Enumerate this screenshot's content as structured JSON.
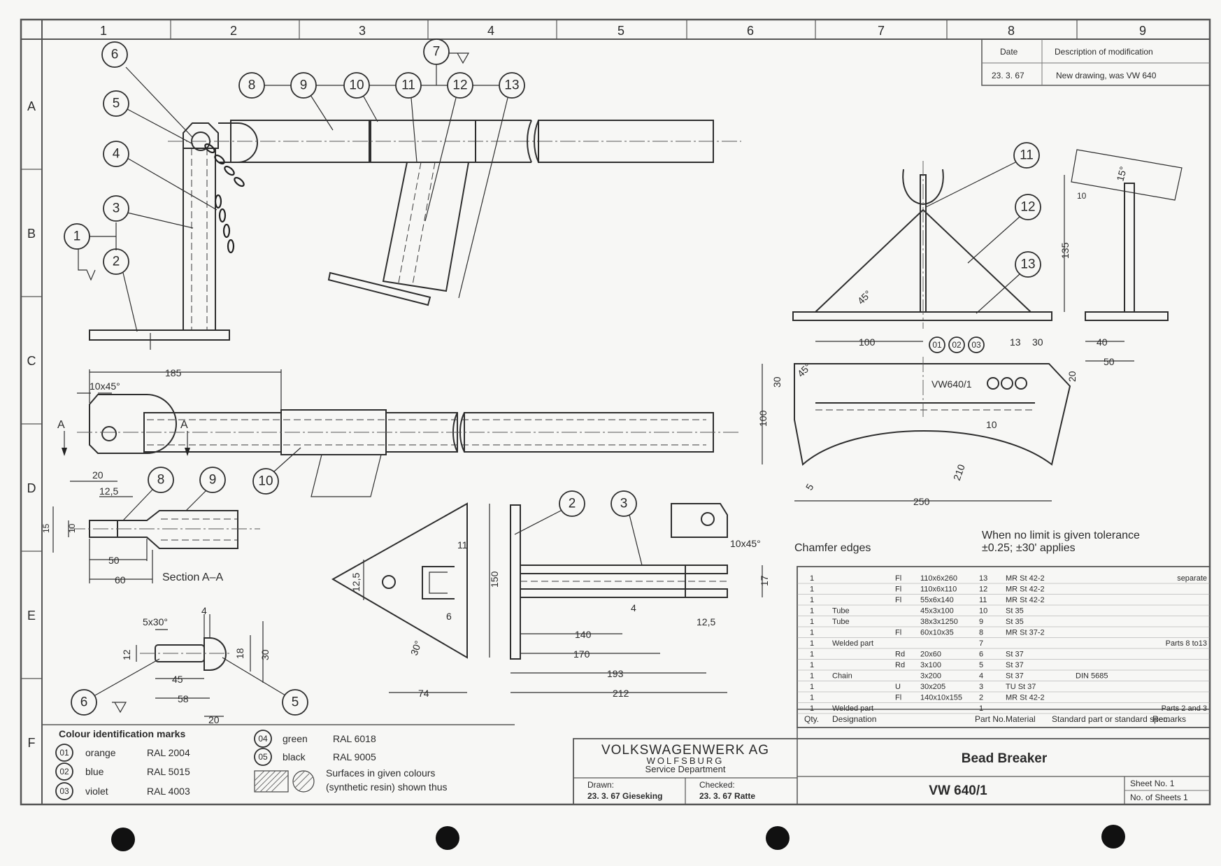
{
  "grid": {
    "columns": [
      "1",
      "2",
      "3",
      "4",
      "5",
      "6",
      "7",
      "8",
      "9"
    ],
    "rows": [
      "A",
      "B",
      "C",
      "D",
      "E",
      "F"
    ]
  },
  "revision": {
    "headers": {
      "date": "Date",
      "description": "Description of modification"
    },
    "date": "23. 3. 67",
    "description": "New drawing, was VW 640"
  },
  "balloons": {
    "b1": "1",
    "b2": "2",
    "b3": "3",
    "b4": "4",
    "b5": "5",
    "b6": "6",
    "b7": "7",
    "b8": "8",
    "b9": "9",
    "b10": "10",
    "b11": "11",
    "b12": "12",
    "b13": "13"
  },
  "dims": {
    "d185": "185",
    "d10x45": "10x45°",
    "dA": "A",
    "d20": "20",
    "d125": "12,5",
    "d15": "15",
    "d10": "10",
    "d50": "50",
    "d60": "60",
    "sectionAA": "Section A–A",
    "d5x30": "5x30°",
    "d4": "4",
    "d12": "12",
    "d18": "18",
    "d30": "30",
    "d45": "45",
    "d58": "58",
    "d11": "11",
    "d6": "6",
    "d150": "150",
    "d30deg": "30°",
    "d74": "74",
    "d140": "140",
    "d170": "170",
    "d193": "193",
    "d212": "212",
    "d17": "17",
    "d100": "100",
    "d13": "13",
    "d40": "40",
    "d135": "135",
    "d15deg": "15°",
    "d45deg": "45°",
    "d210": "210",
    "d250": "250",
    "d5": "5",
    "mark": "VW640/1"
  },
  "colour_circles": [
    "01",
    "02",
    "03"
  ],
  "notes": {
    "chamfer": "Chamfer edges",
    "tolerance_1": "When no limit is given tolerance",
    "tolerance_2": "±0.25; ±30' applies"
  },
  "parts_list": {
    "rows": [
      {
        "qty": "1",
        "designation": "",
        "type": "Fl",
        "dims": "110x6x260",
        "part_no": "13",
        "material": "MR St 42-2",
        "standard": "",
        "remarks": "separate"
      },
      {
        "qty": "1",
        "designation": "",
        "type": "Fl",
        "dims": "110x6x110",
        "part_no": "12",
        "material": "MR St 42-2",
        "standard": "",
        "remarks": ""
      },
      {
        "qty": "1",
        "designation": "",
        "type": "Fl",
        "dims": "55x6x140",
        "part_no": "11",
        "material": "MR St 42-2",
        "standard": "",
        "remarks": ""
      },
      {
        "qty": "1",
        "designation": "Tube",
        "type": "",
        "dims": "45x3x100",
        "part_no": "10",
        "material": "St 35",
        "standard": "",
        "remarks": ""
      },
      {
        "qty": "1",
        "designation": "Tube",
        "type": "",
        "dims": "38x3x1250",
        "part_no": "9",
        "material": "St 35",
        "standard": "",
        "remarks": ""
      },
      {
        "qty": "1",
        "designation": "",
        "type": "Fl",
        "dims": "60x10x35",
        "part_no": "8",
        "material": "MR St 37-2",
        "standard": "",
        "remarks": ""
      },
      {
        "qty": "1",
        "designation": "Welded part",
        "type": "",
        "dims": "",
        "part_no": "7",
        "material": "",
        "standard": "",
        "remarks": "Parts 8 to13"
      },
      {
        "qty": "1",
        "designation": "",
        "type": "Rd",
        "dims": "20x60",
        "part_no": "6",
        "material": "St 37",
        "standard": "",
        "remarks": ""
      },
      {
        "qty": "1",
        "designation": "",
        "type": "Rd",
        "dims": "3x100",
        "part_no": "5",
        "material": "St 37",
        "standard": "",
        "remarks": ""
      },
      {
        "qty": "1",
        "designation": "Chain",
        "type": "",
        "dims": "3x200",
        "part_no": "4",
        "material": "St 37",
        "standard": "DIN 5685",
        "remarks": ""
      },
      {
        "qty": "1",
        "designation": "",
        "type": "U",
        "dims": "30x205",
        "part_no": "3",
        "material": "TU St 37",
        "standard": "",
        "remarks": ""
      },
      {
        "qty": "1",
        "designation": "",
        "type": "Fl",
        "dims": "140x10x155",
        "part_no": "2",
        "material": "MR St 42-2",
        "standard": "",
        "remarks": ""
      },
      {
        "qty": "1",
        "designation": "Welded part",
        "type": "",
        "dims": "",
        "part_no": "1",
        "material": "",
        "standard": "",
        "remarks": "Parts 2 and 3"
      }
    ],
    "headers": {
      "qty": "Qty.",
      "designation": "Designation",
      "part_no": "Part No.",
      "material": "Material",
      "standard": "Standard part or standard spec.",
      "remarks": "Remarks"
    }
  },
  "colour_marks": {
    "title": "Colour identification marks",
    "items": [
      {
        "code": "01",
        "name": "orange",
        "ral": "RAL 2004"
      },
      {
        "code": "02",
        "name": "blue",
        "ral": "RAL 5015"
      },
      {
        "code": "03",
        "name": "violet",
        "ral": "RAL 4003"
      },
      {
        "code": "04",
        "name": "green",
        "ral": "RAL 6018"
      },
      {
        "code": "05",
        "name": "black",
        "ral": "RAL 9005"
      }
    ],
    "surface_note_1": "Surfaces in given colours",
    "surface_note_2": "(synthetic resin) shown thus"
  },
  "title_block": {
    "company": "VOLKSWAGENWERK AG",
    "city": "WOLFSBURG",
    "department": "Service Department",
    "drawn_label": "Drawn:",
    "drawn_value": "23. 3. 67 Gieseking",
    "checked_label": "Checked:",
    "checked_value": "23. 3. 67 Ratte",
    "title": "Bead Breaker",
    "number": "VW 640/1",
    "sheet_no": "Sheet No. 1",
    "no_of_sheets": "No. of Sheets 1"
  }
}
